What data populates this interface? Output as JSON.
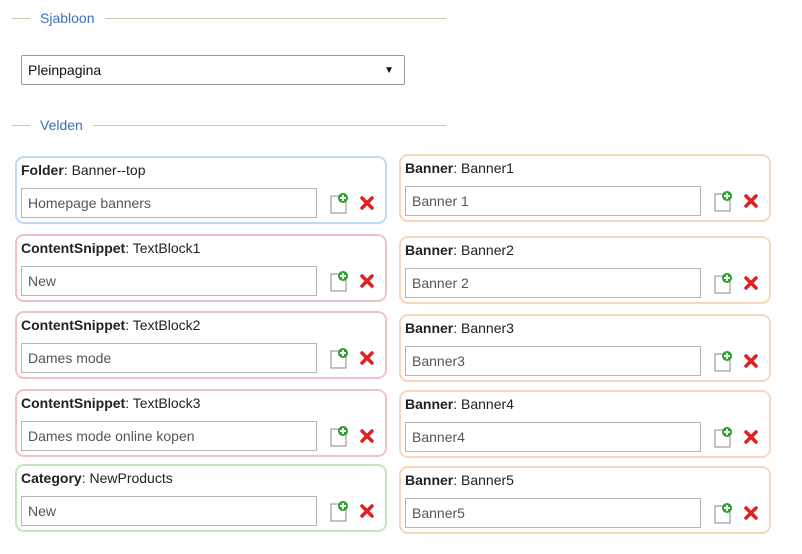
{
  "template_section": {
    "title": "Sjabloon"
  },
  "template_select": {
    "value": "Pleinpagina"
  },
  "fields_section": {
    "title": "Velden"
  },
  "left_fields": [
    {
      "type": "Folder",
      "name": "Banner--top",
      "value": "Homepage banners",
      "color": "#c3d8f2"
    },
    {
      "type": "ContentSnippet",
      "name": "TextBlock1",
      "value": "New",
      "color": "#f0c3c3"
    },
    {
      "type": "ContentSnippet",
      "name": "TextBlock2",
      "value": "Dames mode",
      "color": "#f0c3c3"
    },
    {
      "type": "ContentSnippet",
      "name": "TextBlock3",
      "value": "Dames mode online kopen",
      "color": "#f0c3c3"
    },
    {
      "type": "Category",
      "name": "NewProducts",
      "value": "New",
      "color": "#c9e3c2"
    }
  ],
  "right_fields": [
    {
      "type": "Banner",
      "name": "Banner1",
      "value": "Banner 1",
      "color": "#f7d8bc"
    },
    {
      "type": "Banner",
      "name": "Banner2",
      "value": "Banner 2",
      "color": "#f7d8bc"
    },
    {
      "type": "Banner",
      "name": "Banner3",
      "value": "Banner3",
      "color": "#f7d8bc"
    },
    {
      "type": "Banner",
      "name": "Banner4",
      "value": "Banner4",
      "color": "#f7d8bc"
    },
    {
      "type": "Banner",
      "name": "Banner5",
      "value": "Banner5",
      "color": "#f7d8bc"
    }
  ],
  "icons": {
    "add": "new-document-icon",
    "delete": "delete-x-icon"
  }
}
